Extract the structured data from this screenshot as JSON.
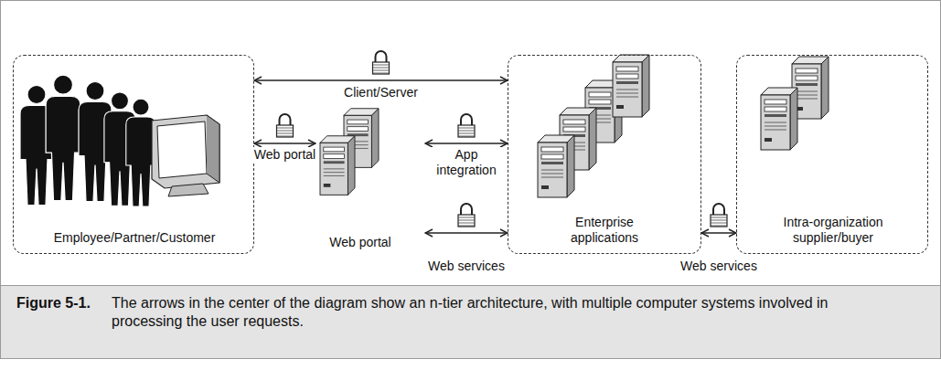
{
  "diagram": {
    "caption": "The arrows in the center of the diagram show an n-tier architecture, with multiple computer systems involved in processing the user requests.",
    "nodes": [
      {
        "text": [
          "Employee/Partner/Customer"
        ]
      },
      {
        "text": [
          "Web portal"
        ]
      },
      {
        "text": [
          "Enterprise applications"
        ]
      },
      {
        "text": [
          "Intra-organization supplier/buyer"
        ]
      }
    ],
    "edges": [
      {
        "from": 0,
        "to": 2,
        "label": "Client/Server",
        "arrow": "both"
      },
      {
        "from": 0,
        "to": 1,
        "label": "Web portal",
        "arrow": "both"
      },
      {
        "from": 1,
        "to": 2,
        "label": "App integration",
        "arrow": "both"
      },
      {
        "from": 1,
        "to": 2,
        "label": "Web services",
        "arrow": "both"
      },
      {
        "from": 2,
        "to": 3,
        "label": "Web services",
        "arrow": "both"
      }
    ],
    "labels": [
      "Figure 5-1."
    ]
  }
}
